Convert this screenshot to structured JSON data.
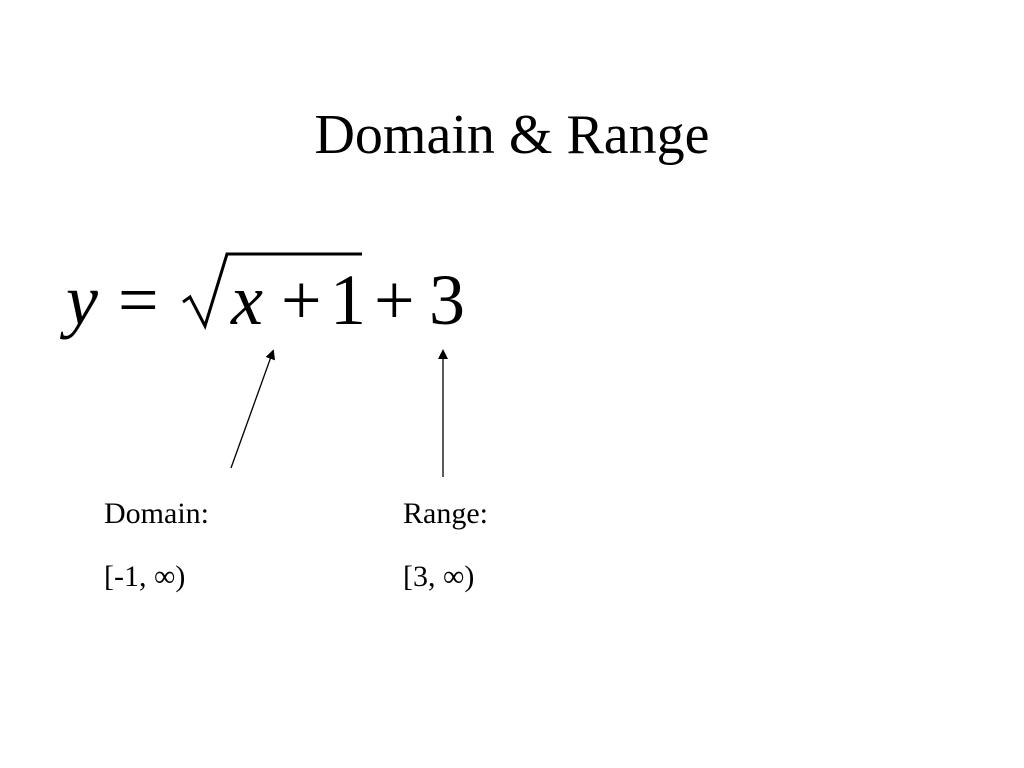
{
  "slide": {
    "title": "Domain & Range",
    "equation": {
      "lhs": "y",
      "equals": "=",
      "radicand_variable": "x",
      "radicand_plus": "+",
      "radicand_constant": "1",
      "outer_plus": "+",
      "outer_constant": "3"
    },
    "domain": {
      "label": "Domain:",
      "value": "[-1, ∞)"
    },
    "range": {
      "label": "Range:",
      "value": "[3, ∞)"
    }
  }
}
